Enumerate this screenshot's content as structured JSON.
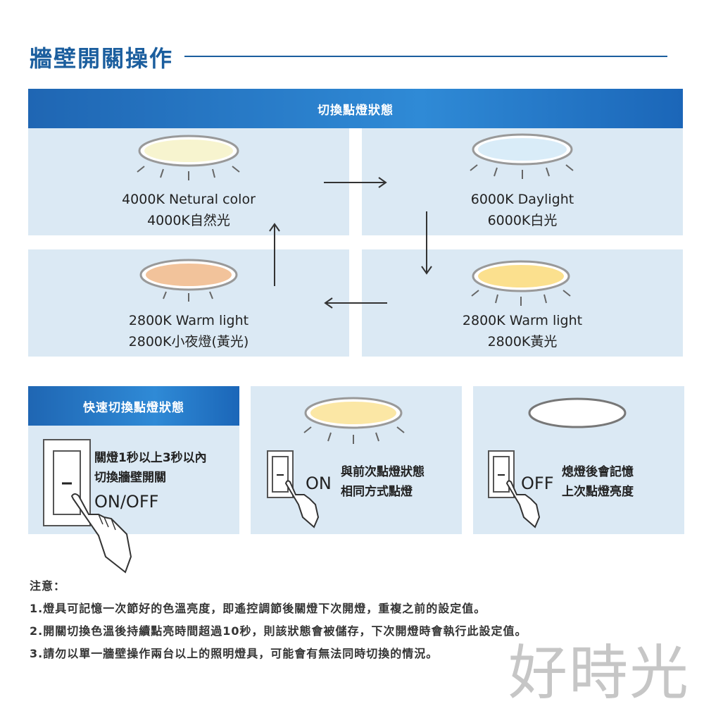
{
  "title": "牆壁開關操作",
  "switch_section": {
    "header": "切換點燈狀態",
    "states": [
      {
        "line1": "4000K Netural color",
        "line2": "4000K自然光",
        "color": "#f7f4cf"
      },
      {
        "line1": "6000K Daylight",
        "line2": "6000K白光",
        "color": "#d9ecf8"
      },
      {
        "line1": "2800K Warm light",
        "line2": "2800K小夜燈(黃光)",
        "color": "#f2c39b"
      },
      {
        "line1": "2800K Warm light",
        "line2": "2800K黃光",
        "color": "#fbe08e"
      }
    ]
  },
  "quick_section": {
    "header": "快速切換點燈狀態",
    "instruction_line1": "關燈1秒以上3秒以內",
    "instruction_line2": "切換牆壁開關",
    "onoff_label": "ON/OFF",
    "on_label": "ON",
    "on_text_line1": "與前次點燈狀態",
    "on_text_line2": "相同方式點燈",
    "off_label": "OFF",
    "off_text_line1": "熄燈後會記憶",
    "off_text_line2": "上次點燈亮度"
  },
  "notes": {
    "heading": "注意：",
    "items": [
      "1.燈具可記憶一次節好的色溫亮度，即遙控調節後關燈下次開燈，重複之前的設定值。",
      "2.開關切換色溫後持續點亮時間超過10秒，則該狀態會被儲存，下次開燈時會執行此設定值。",
      "3.請勿以單一牆壁操作兩台以上的照明燈具，可能會有無法同時切換的情況。"
    ]
  },
  "watermark": "好時光"
}
